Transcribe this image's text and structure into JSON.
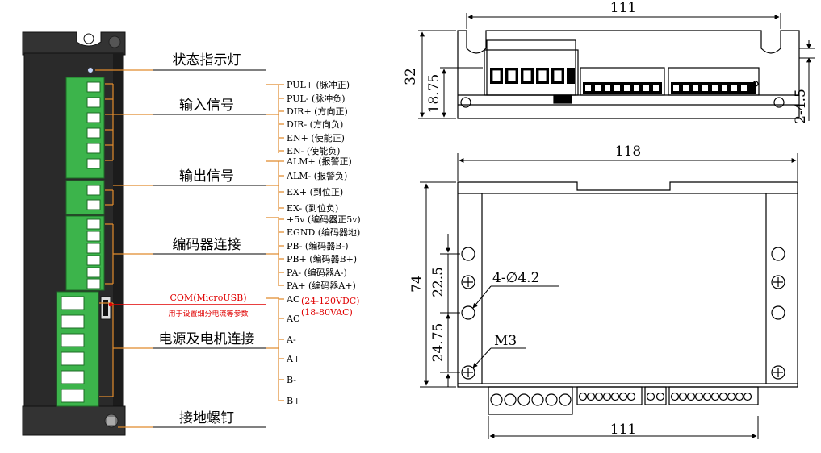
{
  "driver": {
    "labels": {
      "status_led": "状态指示灯",
      "input_signal": "输入信号",
      "output_signal": "输出信号",
      "encoder": "编码器连接",
      "power_motor": "电源及电机连接",
      "ground_screw": "接地螺钉"
    },
    "com": {
      "title": "COM(MicroUSB)",
      "desc": "用于设置细分电流等参数"
    },
    "voltage": {
      "dc": "(24-120VDC)",
      "ac": "(18-80VAC)"
    },
    "pins": {
      "p1": "PUL+ (脉冲正)",
      "p2": "PUL- (脉冲负)",
      "p3": "DIR+ (方向正)",
      "p4": "DIR- (方向负)",
      "p5": "EN+ (使能正)",
      "p6": "EN- (使能负)",
      "p7": "ALM+ (报警正)",
      "p8": "ALM- (报警负)",
      "p9": "EX+ (到位正)",
      "p10": "EX- (到位负)",
      "p11": "+5v (编码器正5v)",
      "p12": "EGND (编码器地)",
      "p13": "PB- (编码器B-)",
      "p14": "PB+ (编码器B+)",
      "p15": "PA- (编码器A-)",
      "p16": "PA+ (编码器A+)",
      "p17": "AC",
      "p18": "AC",
      "p19": "A-",
      "p20": "A+",
      "p21": "B-",
      "p22": "B+"
    }
  },
  "dims": {
    "top_width": "111",
    "side_height": "32",
    "side_inner": "18.75",
    "slot": "2-4.5",
    "front_width": "118",
    "front_height": "74",
    "d225": "22.5",
    "hole": "4-∅4.2",
    "thread": "M3",
    "d2475": "24.75",
    "bottom_width": "111"
  },
  "colors": {
    "terminal_green": "#3cb44b",
    "leader_orange": "#e08a2c",
    "com_red": "#e00000",
    "body_dark": "#2a2a2a"
  }
}
